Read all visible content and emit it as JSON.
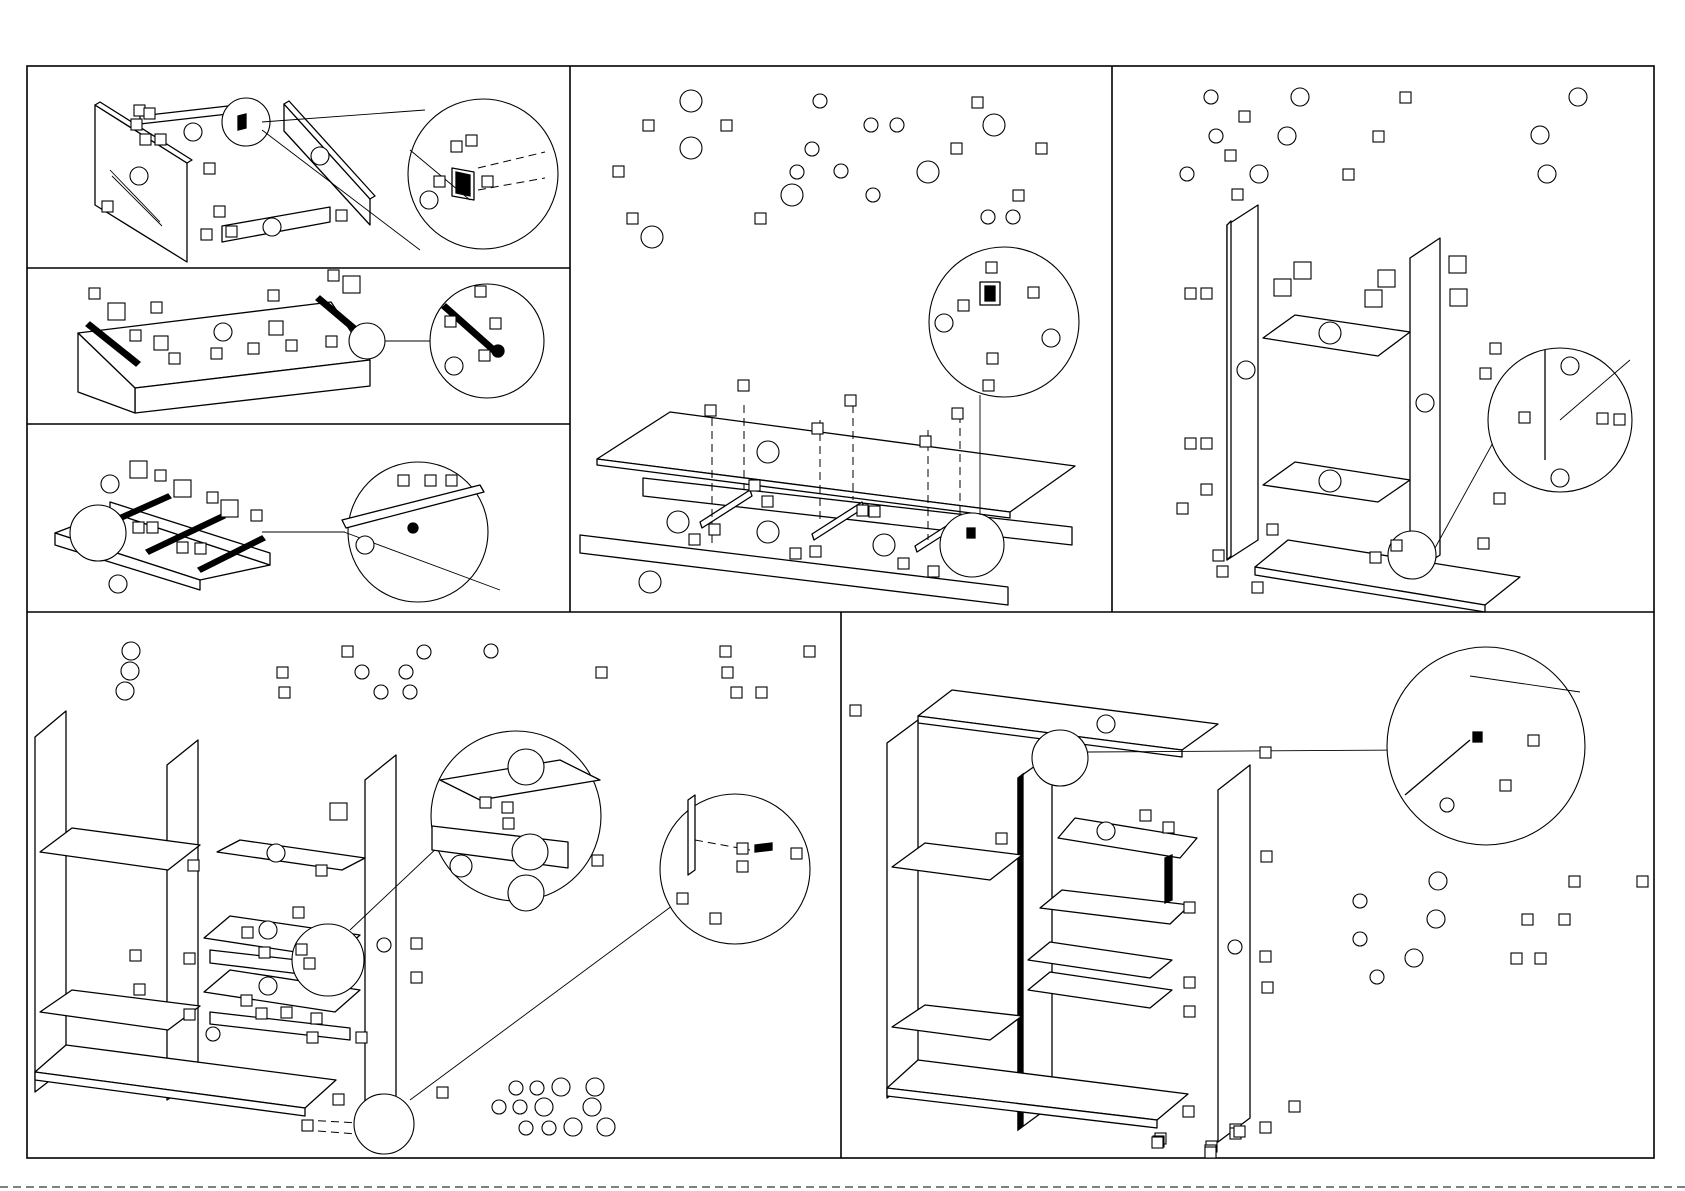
{
  "sheet": {
    "panels": [
      {
        "id": "drawer-box"
      },
      {
        "id": "drawer-runners"
      },
      {
        "id": "drawer-base-rails"
      },
      {
        "id": "top-unit-assembly"
      },
      {
        "id": "side-panels-shelves"
      },
      {
        "id": "central-section"
      },
      {
        "id": "final-assembly"
      }
    ]
  }
}
